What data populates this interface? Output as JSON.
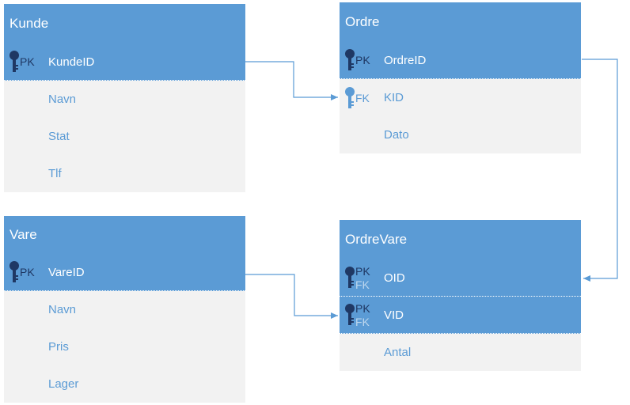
{
  "colors": {
    "header": "#5b9bd5",
    "body": "#f2f2f2",
    "key_icon_dark": "#1f3864",
    "connector": "#5b9bd5"
  },
  "entities": {
    "kunde": {
      "name": "Kunde",
      "rows": [
        {
          "tag": "PK",
          "label": "KundeID"
        },
        {
          "label": "Navn"
        },
        {
          "label": "Stat"
        },
        {
          "label": "Tlf"
        }
      ]
    },
    "ordre": {
      "name": "Ordre",
      "rows": [
        {
          "tag": "PK",
          "label": "OrdreID"
        },
        {
          "tag": "FK",
          "label": "KID"
        },
        {
          "label": "Dato"
        }
      ]
    },
    "vare": {
      "name": "Vare",
      "rows": [
        {
          "tag": "PK",
          "label": "VareID"
        },
        {
          "label": "Navn"
        },
        {
          "label": "Pris"
        },
        {
          "label": "Lager"
        }
      ]
    },
    "ordrevare": {
      "name": "OrdreVare",
      "rows": [
        {
          "tag1": "PK",
          "tag2": "FK",
          "label": "OID"
        },
        {
          "tag1": "PK",
          "tag2": "FK",
          "label": "VID"
        },
        {
          "label": "Antal"
        }
      ]
    }
  },
  "relationships": [
    {
      "from": "Kunde.KundeID",
      "to": "Ordre.KID"
    },
    {
      "from": "Ordre.OrdreID",
      "to": "OrdreVare.OID"
    },
    {
      "from": "Vare.VareID",
      "to": "OrdreVare.VID"
    }
  ]
}
